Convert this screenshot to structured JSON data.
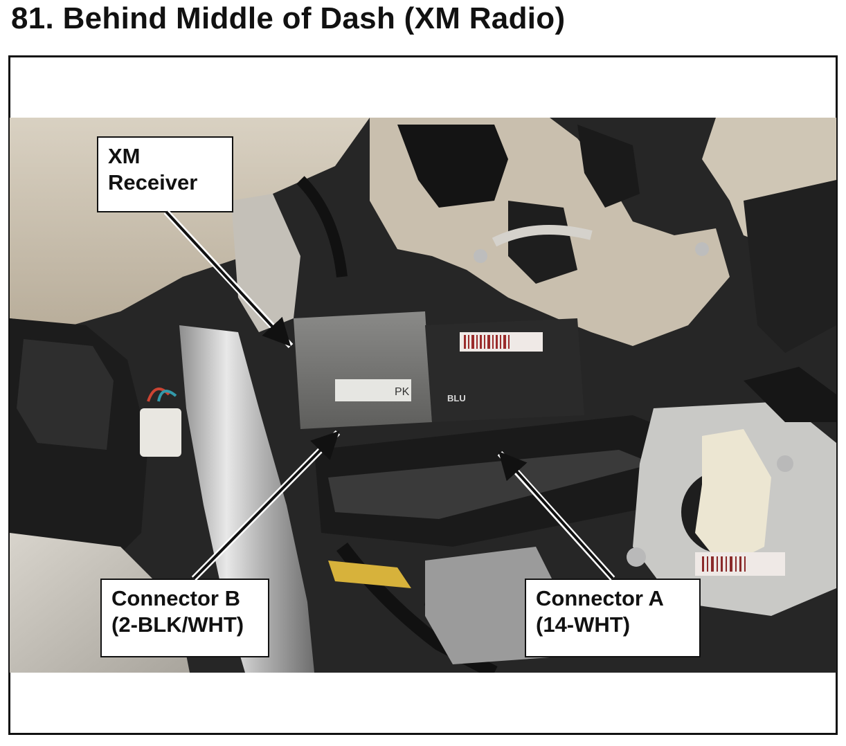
{
  "title": "81.  Behind Middle of Dash (XM Radio)",
  "callouts": {
    "xm_receiver": {
      "line1": "XM",
      "line2": "Receiver"
    },
    "connector_b": {
      "line1": "Connector B",
      "line2": "(2-BLK/WHT)"
    },
    "connector_a": {
      "line1": "Connector A",
      "line2": "(14-WHT)"
    }
  },
  "photo": {
    "receiver_label": "PK",
    "receiver_sublabel": "BLU"
  }
}
